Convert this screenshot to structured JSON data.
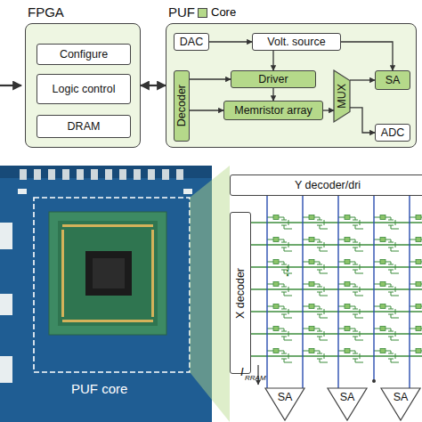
{
  "diagram": {
    "nodes": [
      {
        "text": [
          "FPGA"
        ]
      },
      {
        "text": [
          "Configure"
        ],
        "in": 0
      },
      {
        "text": [
          "Logic control"
        ],
        "in": 0
      },
      {
        "text": [
          "DRAM"
        ],
        "in": 0
      },
      {
        "text": [
          "PUF"
        ]
      },
      {
        "text": [
          "DAC"
        ],
        "in": 4
      },
      {
        "text": [
          "Volt. source"
        ],
        "in": 4
      },
      {
        "text": [
          "Decoder"
        ],
        "in": 4
      },
      {
        "text": [
          "Driver"
        ],
        "in": 4
      },
      {
        "text": [
          "Memristor array"
        ],
        "in": 4
      },
      {
        "text": [
          "MUX"
        ],
        "in": 4
      },
      {
        "text": [
          "SA"
        ],
        "in": 4
      },
      {
        "text": [
          "ADC"
        ],
        "in": 4
      },
      {
        "text": [
          "Y decoder/dri"
        ]
      },
      {
        "text": [
          "X decoder"
        ]
      },
      {
        "text": [
          "SA"
        ]
      },
      {
        "text": [
          "SA"
        ]
      },
      {
        "text": [
          "SA"
        ]
      }
    ],
    "edges": [
      {
        "from": 0,
        "to": 4,
        "arrow": "both"
      },
      {
        "from": 5,
        "to": 6,
        "arrow": "to"
      },
      {
        "from": 6,
        "to": 8,
        "arrow": "to"
      },
      {
        "from": 6,
        "to": 11,
        "arrow": "to"
      },
      {
        "from": 7,
        "to": 8,
        "arrow": "to"
      },
      {
        "from": 7,
        "to": 9,
        "arrow": "to"
      },
      {
        "from": 8,
        "to": 9,
        "arrow": "to"
      },
      {
        "from": 9,
        "to": 10,
        "arrow": "to"
      },
      {
        "from": 10,
        "to": 11,
        "arrow": "to"
      },
      {
        "from": 10,
        "to": 12,
        "arrow": "to"
      }
    ],
    "labels": [
      "PUF core",
      "⋮",
      "I",
      "RRAM"
    ],
    "legend": [
      {
        "text": "Core",
        "color": "#b5d98a"
      }
    ]
  }
}
